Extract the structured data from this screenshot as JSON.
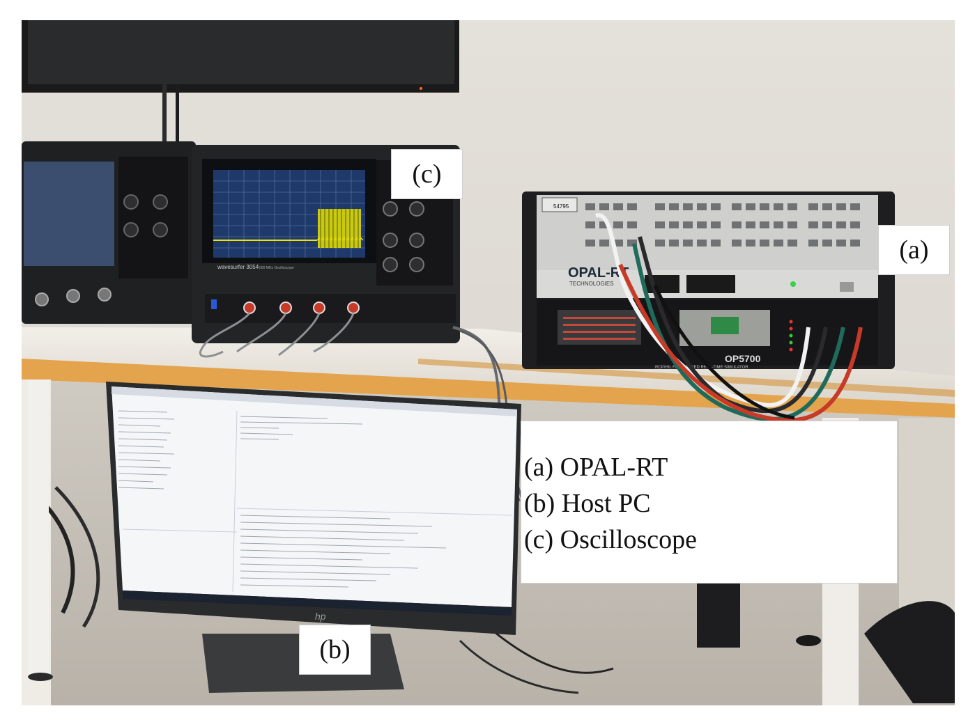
{
  "labels": {
    "opal": "(a)",
    "host_pc": "(b)",
    "oscilloscope": "(c)"
  },
  "legend": [
    "(a) OPAL-RT",
    "(b) Host PC",
    "(c) Oscilloscope"
  ],
  "device_text": {
    "opal_brand": "OPAL-RT",
    "opal_brand_sub": "TECHNOLOGIES",
    "opal_model": "OP5700",
    "opal_model_sub": "RCP/HIL FPGA-BASED REAL-TIME SIMULATOR",
    "opal_serial": "54795",
    "scope_model": "wavesurfer 3054",
    "scope_sub": "500 MHz Oscilloscope"
  },
  "colors": {
    "wall": "#e7e3dd",
    "bench_edge": "#e0a24a",
    "device_body": "#1e1e20",
    "scope_trace": "#f2e200",
    "scope_grid_bg": "#1f3a6a",
    "cable_red": "#c73a28",
    "cable_green": "#1f6b5b"
  },
  "icons": [
    "hp-logo-icon"
  ]
}
